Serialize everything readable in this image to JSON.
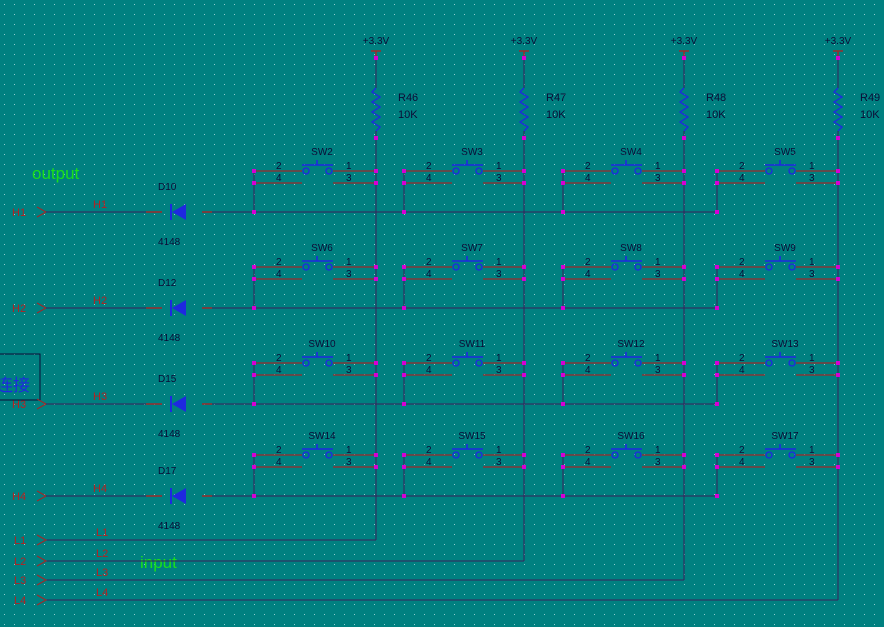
{
  "colors": {
    "background": "#008080",
    "grid_dot": "#8ccdcd",
    "wire": "#3a1f5a",
    "junction": "#d400d4",
    "component": "#1e28e0",
    "pin": "#9b2a2a",
    "net_label": "#b22222",
    "text": "#0b0b36",
    "annotation": "#1ae01a"
  },
  "annotations": {
    "output": "output",
    "input": "input"
  },
  "sheet_box_label": "连接",
  "supply_label": "+3.3V",
  "resistors": [
    {
      "ref": "R46",
      "value": "10K"
    },
    {
      "ref": "R47",
      "value": "10K"
    },
    {
      "ref": "R48",
      "value": "10K"
    },
    {
      "ref": "R49",
      "value": "10K"
    }
  ],
  "diodes": [
    {
      "ref": "D10",
      "value": "4148"
    },
    {
      "ref": "D12",
      "value": "4148"
    },
    {
      "ref": "D15",
      "value": "4148"
    },
    {
      "ref": "D17",
      "value": "4148"
    }
  ],
  "switches": [
    "SW2",
    "SW3",
    "SW4",
    "SW5",
    "SW6",
    "SW7",
    "SW8",
    "SW9",
    "SW10",
    "SW11",
    "SW12",
    "SW13",
    "SW14",
    "SW15",
    "SW16",
    "SW17"
  ],
  "switch_pins": {
    "top_left": "2",
    "bottom_left": "4",
    "top_right": "1",
    "bottom_right": "3"
  },
  "row_ports": [
    "H1",
    "H2",
    "H3",
    "H4"
  ],
  "row_nets": [
    "H1",
    "H2",
    "H3",
    "H4"
  ],
  "col_ports": [
    "L1",
    "L2",
    "L3",
    "L4"
  ],
  "col_nets": [
    "L1",
    "L2",
    "L3",
    "L4"
  ]
}
